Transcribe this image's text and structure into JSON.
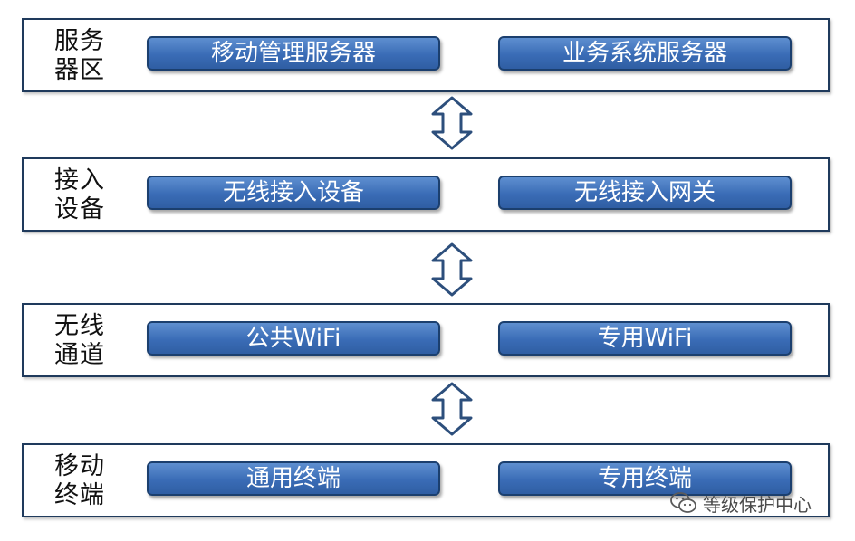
{
  "layers": [
    {
      "label": "服务\n器区",
      "items": [
        "移动管理服务器",
        "业务系统服务器"
      ]
    },
    {
      "label": "接入\n设备",
      "items": [
        "无线接入设备",
        "无线接入网关"
      ]
    },
    {
      "label": "无线\n通道",
      "items": [
        "公共WiFi",
        "专用WiFi"
      ]
    },
    {
      "label": "移动\n终端",
      "items": [
        "通用终端",
        "专用终端"
      ]
    }
  ],
  "watermark": {
    "text": "等级保护中心",
    "icon": "wechat-icon"
  },
  "colors": {
    "box_fill": "#3a6cb6",
    "box_border": "#1b3f6e",
    "frame_border": "#1f3a5c",
    "arrow_stroke": "#2d4f7c"
  }
}
